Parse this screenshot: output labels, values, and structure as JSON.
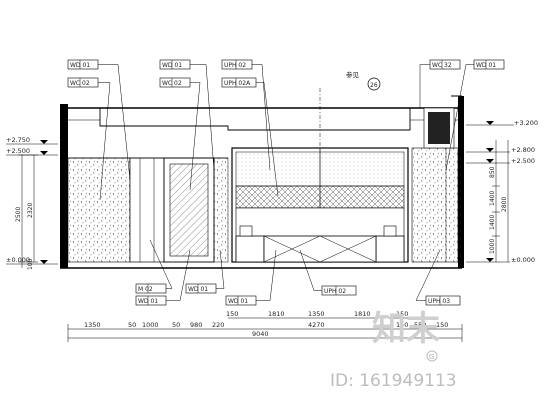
{
  "tags_top": [
    "WD 01",
    "WC 02",
    "WD 01",
    "WC 02",
    "UPH 02",
    "UPH 02A",
    "WC 32",
    "WD 01"
  ],
  "ref_note": {
    "label": "参见",
    "code": "26"
  },
  "tags_bottom": [
    "M 02",
    "WD 01",
    "WD 01",
    "WD 01",
    "UPH 02",
    "UPH 03"
  ],
  "levels_left": [
    "+2.750",
    "+2.500",
    "±0.000"
  ],
  "levels_right": [
    "+3.200",
    "+2.800",
    "+2.500",
    "±0.000"
  ],
  "dims_left": [
    "2500",
    "2320",
    "100"
  ],
  "dims_right": [
    "850",
    "1400",
    "1400",
    "1000",
    "2800"
  ],
  "dims_bottom_row1": [
    "150",
    "1810",
    "1350",
    "1810",
    "150"
  ],
  "dims_bottom_row2": [
    "1350",
    "50",
    "1000",
    "50",
    "980",
    "220",
    "4270",
    "150",
    "550",
    "150"
  ],
  "dim_total": "9040",
  "watermark": {
    "brand": "知末",
    "id_text": "ID: 161949113"
  }
}
